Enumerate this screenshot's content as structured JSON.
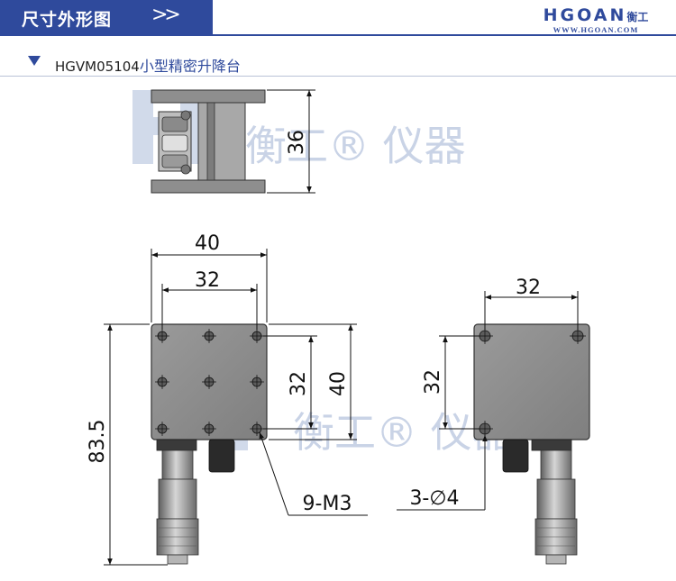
{
  "header": {
    "title": "尺寸外形图",
    "arrows": ">>",
    "brand_name": "HGOAN",
    "brand_cn": "衡工",
    "brand_url": "WWW.HGOAN.COM"
  },
  "product": {
    "model": "HGVM05104",
    "name": "小型精密升降台"
  },
  "watermark": {
    "text": "衡工® 仪器"
  },
  "dimensions": {
    "side_height": "36",
    "top_width_outer": "40",
    "top_width_inner": "32",
    "top_height_inner": "32",
    "top_height_outer": "40",
    "total_length": "83.5",
    "thread_callout": "9-M3",
    "right_width": "32",
    "right_height": "32",
    "hole_callout": "3-∅4"
  },
  "colors": {
    "header_blue": "#2f4a9c",
    "plate_gray": "#8c8c8c",
    "watermark_blue": "#c9d3e6"
  }
}
